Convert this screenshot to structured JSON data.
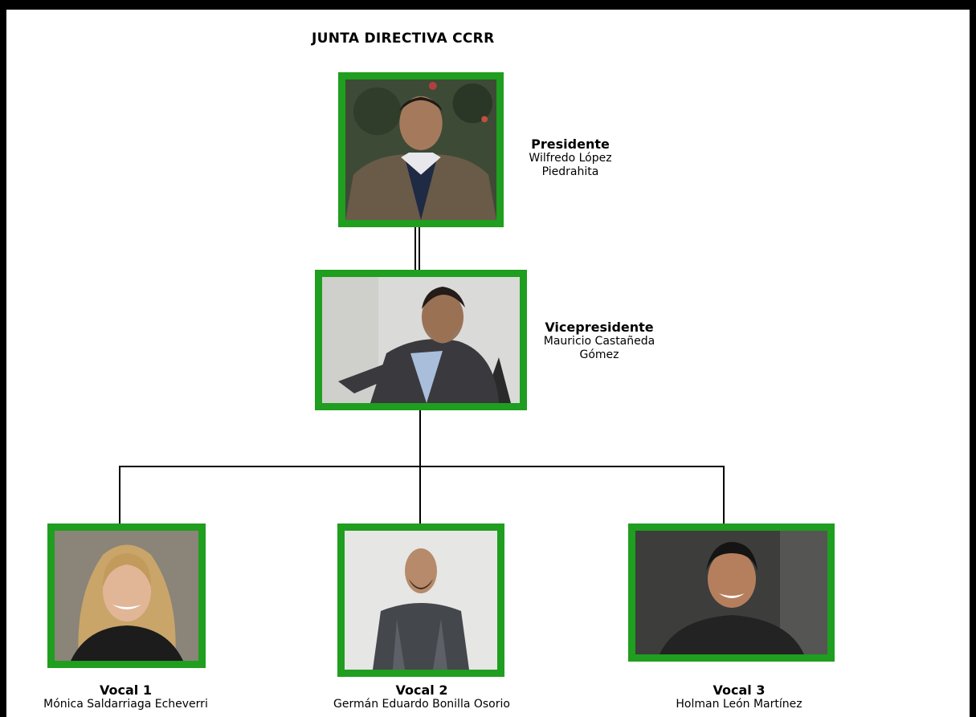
{
  "title": "JUNTA DIRECTIVA CCRR",
  "president": {
    "role": "Presidente",
    "name_line1": "Wilfredo  López",
    "name_line2": "Piedrahita"
  },
  "vicepresident": {
    "role": "Vicepresidente",
    "name_line1": "Mauricio Castañeda",
    "name_line2": "Gómez"
  },
  "vocals": [
    {
      "role": "Vocal 1",
      "name": "Mónica Saldarriaga Echeverri"
    },
    {
      "role": "Vocal 2",
      "name": "Germán Eduardo Bonilla Osorio"
    },
    {
      "role": "Vocal 3",
      "name": "Holman León Martínez"
    }
  ],
  "colors": {
    "frame": "#1f9e1f",
    "connector": "#000000"
  }
}
